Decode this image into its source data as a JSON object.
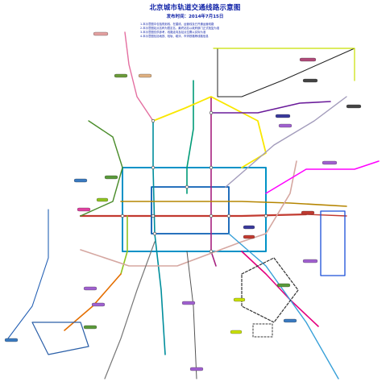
{
  "header": {
    "title": "北京城市轨道交通线路示意图",
    "subtitle": "发布时间：2014年7月15日"
  },
  "notes": [
    "1.本示意图中包括规划线、在建线、运营线及已开通运营线路",
    "2.本示意图站点名称为暂定名，最终站名以政府部门正式批复为准",
    "3.本示意图仅供参考，线路走向及站点位置以实际为准",
    "4.本示意图包括地铁、轻轨、磁浮、市郊铁路等线路信息"
  ],
  "colors": {
    "background": "#ffffff",
    "title": "#0c1fa6"
  },
  "legend_icons": [
    "note-bullet-icon"
  ]
}
